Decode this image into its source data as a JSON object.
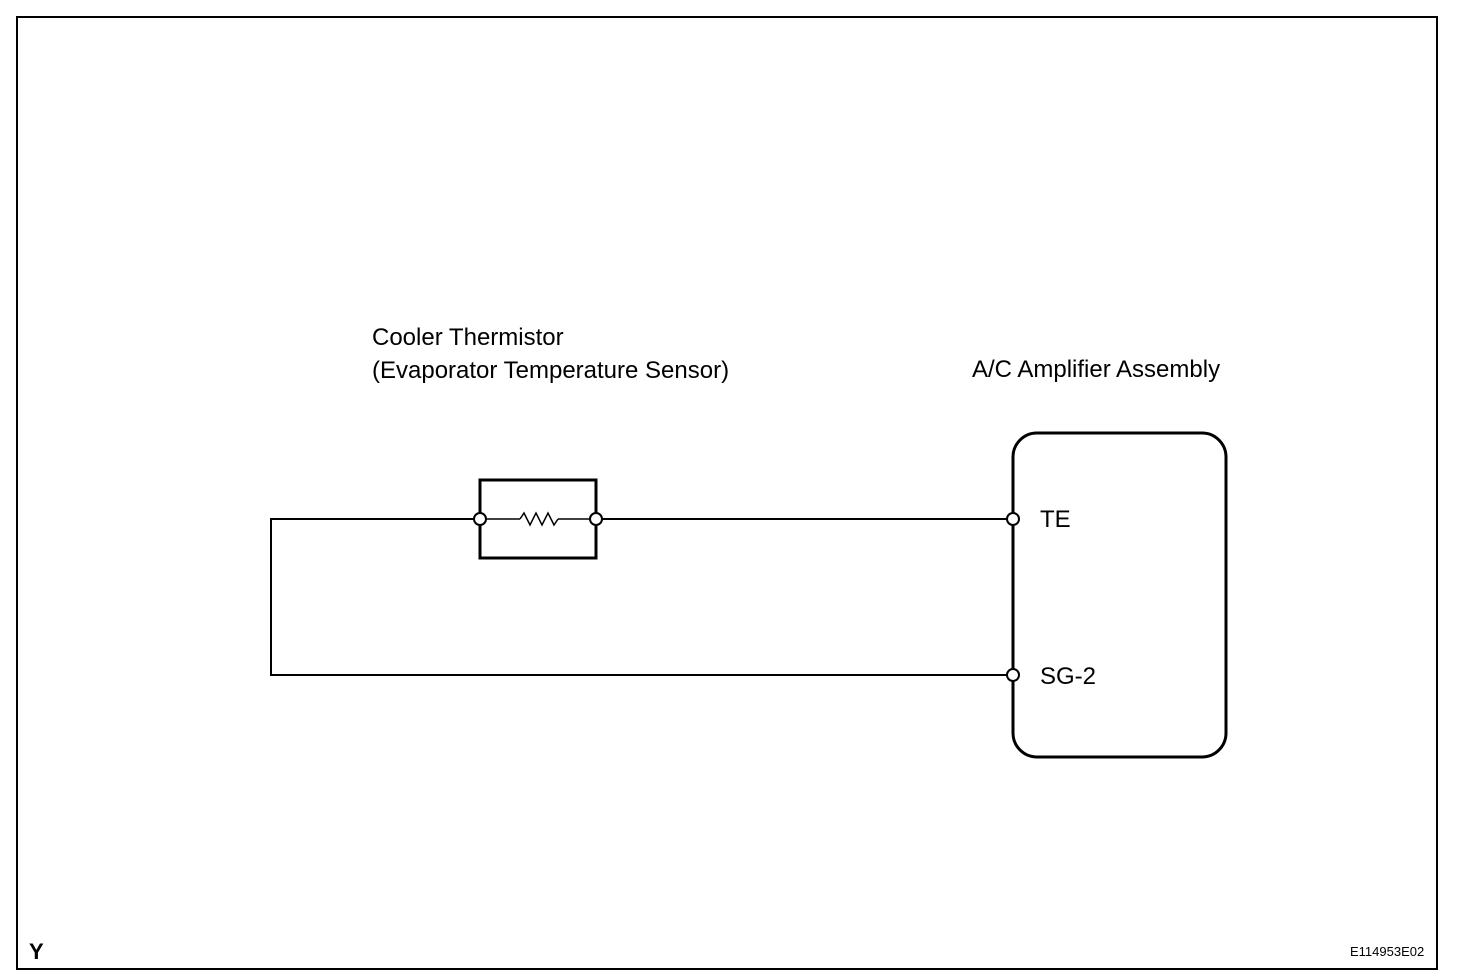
{
  "sensor": {
    "name_line1": "Cooler Thermistor",
    "name_line2": "(Evaporator Temperature Sensor)"
  },
  "amplifier": {
    "name": "A/C Amplifier Assembly",
    "pins": {
      "te": "TE",
      "sg2": "SG-2"
    }
  },
  "footer": {
    "area_code": "Y",
    "figure_id": "E114953E02"
  }
}
